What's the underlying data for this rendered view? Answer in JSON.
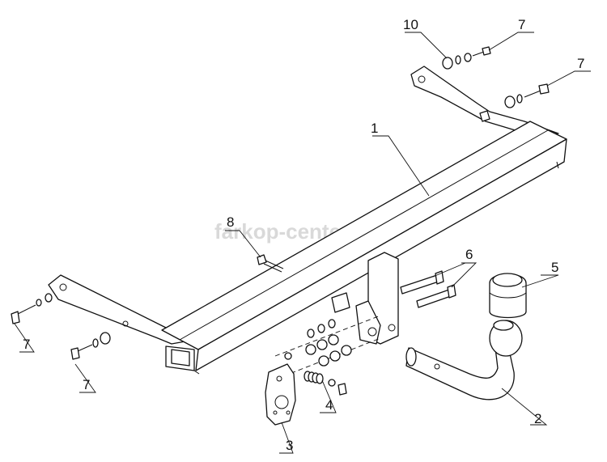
{
  "watermark": "farkop-center.ru",
  "callouts": {
    "c1": "1",
    "c2": "2",
    "c3": "3",
    "c4": "4",
    "c5": "5",
    "c6": "6",
    "c7a": "7",
    "c7b": "7",
    "c7c": "7",
    "c7d": "7",
    "c8": "8",
    "c10": "10"
  }
}
